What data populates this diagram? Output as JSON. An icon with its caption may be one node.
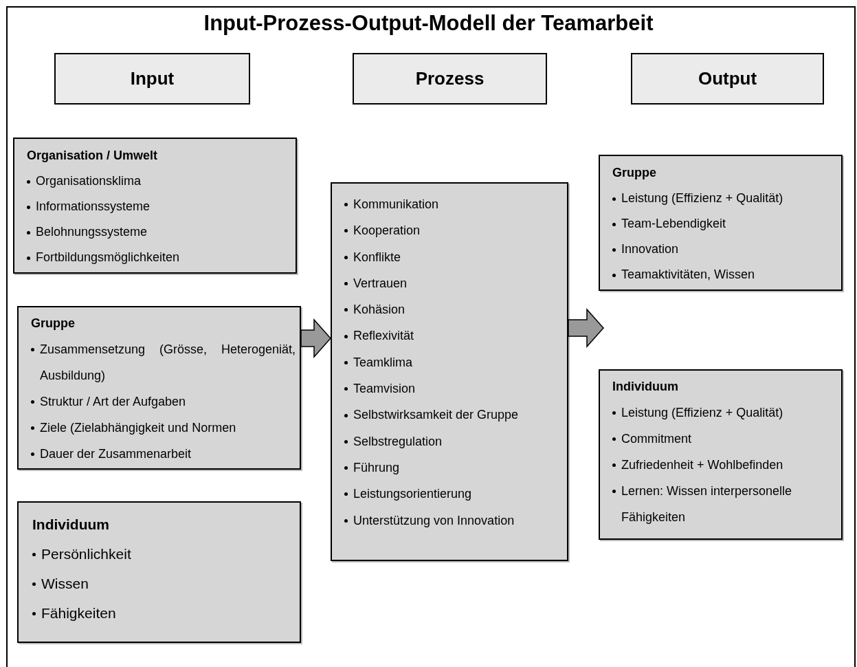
{
  "diagram": {
    "title": "Input-Prozess-Output-Modell der Teamarbeit",
    "nodes": [
      {
        "text": [
          "Input"
        ]
      },
      {
        "text": [
          "Prozess"
        ]
      },
      {
        "text": [
          "Output"
        ]
      },
      {
        "text": [
          "Organisation / Umwelt",
          "Organisationsklima",
          "Informationssysteme",
          "Belohnungssysteme",
          "Fortbildungsmöglichkeiten"
        ]
      },
      {
        "text": [
          "Gruppe",
          "Zusammensetzung (Grösse, Heterogeniät, Ausbildung)",
          "Struktur / Art der Aufgaben",
          "Ziele (Zielabhängigkeit und Normen",
          "Dauer der Zusammenarbeit"
        ]
      },
      {
        "text": [
          "Individuum",
          "Persönlichkeit",
          "Wissen",
          "Fähigkeiten"
        ]
      },
      {
        "text": [
          "Kommunikation",
          "Kooperation",
          "Konflikte",
          "Vertrauen",
          "Kohäsion",
          "Reflexivität",
          "Teamklima",
          "Teamvision",
          "Selbstwirksamkeit der Gruppe",
          "Selbstregulation",
          "Führung",
          "Leistungsorientierung",
          "Unterstützung von Innovation"
        ]
      },
      {
        "text": [
          "Gruppe",
          "Leistung (Effizienz + Qualität)",
          "Team-Lebendigkeit",
          "Innovation",
          "Teamaktivitäten, Wissen"
        ]
      },
      {
        "text": [
          "Individuum",
          "Leistung (Effizienz + Qualität)",
          "Commitment",
          "Zufriedenheit + Wohlbefinden",
          "Lernen: Wissen interpersonelle Fähigkeiten"
        ]
      }
    ],
    "edges": [
      {
        "from": 4,
        "to": 6,
        "arrow": "to"
      },
      {
        "from": 6,
        "to": null,
        "arrow": "to"
      }
    ]
  }
}
